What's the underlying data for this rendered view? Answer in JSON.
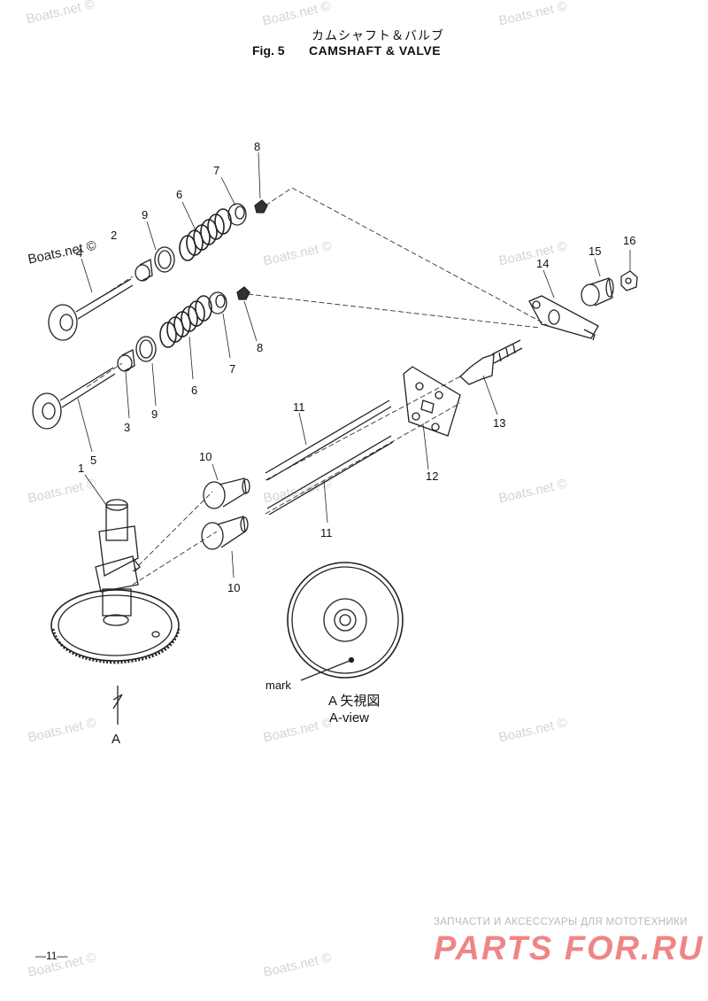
{
  "header": {
    "title_jp": "カムシャフト＆バルブ",
    "fig_label": "Fig. 5",
    "title_en": "CAMSHAFT & VALVE"
  },
  "watermark": {
    "text": "Boats.net ©"
  },
  "callouts": [
    "1",
    "2",
    "3",
    "4",
    "5",
    "6",
    "7",
    "8",
    "9",
    "10",
    "11",
    "12",
    "13",
    "14",
    "15",
    "16"
  ],
  "view": {
    "label_a": "A",
    "view_jp": "A 矢視図",
    "view_en": "A-view",
    "mark": "mark"
  },
  "footer": {
    "page_number": "—11—",
    "brand_subtitle": "ЗАПЧАСТИ И АКСЕССУАРЫ ДЛЯ МОТОТЕХНИКИ",
    "brand_logo": "PARTS FOR.RU"
  }
}
